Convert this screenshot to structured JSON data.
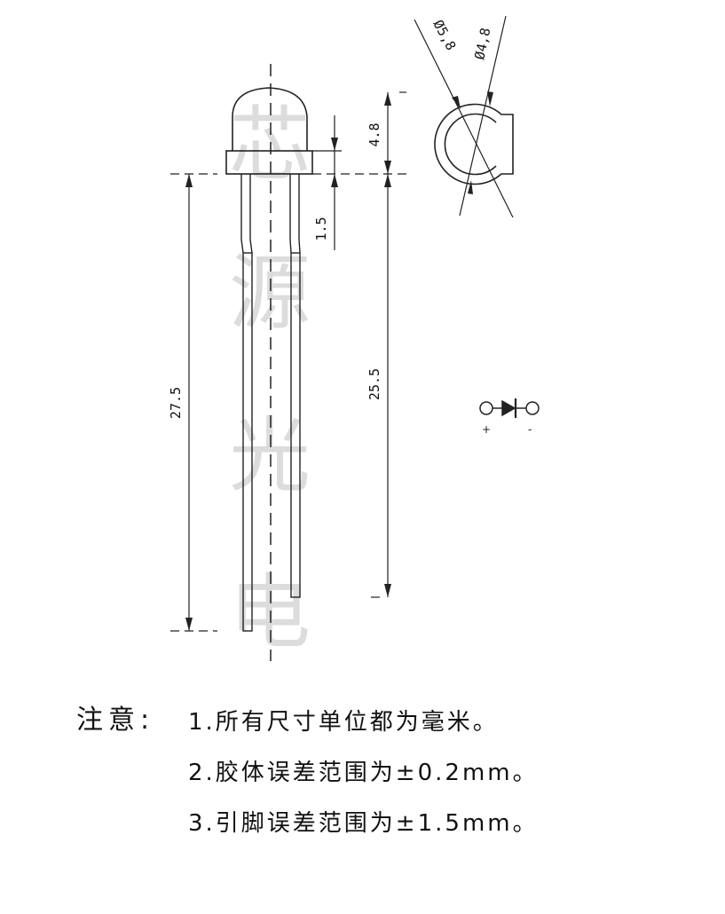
{
  "watermark": [
    "芯",
    "源",
    "光",
    "电"
  ],
  "dimensions": {
    "lead_length": "27.5",
    "standoff": "25.5",
    "lens_height": "4.8",
    "flange": "1.5",
    "outer_diameter": "Ø5,8",
    "inner_diameter": "Ø4,8"
  },
  "symbol": {
    "plus": "+",
    "minus": "-"
  },
  "notes": {
    "heading": "注意:",
    "items": [
      "1.所有尺寸单位都为毫米。",
      "2.胶体误差范围为±0.2mm。",
      "3.引脚误差范围为±1.5mm。"
    ]
  }
}
